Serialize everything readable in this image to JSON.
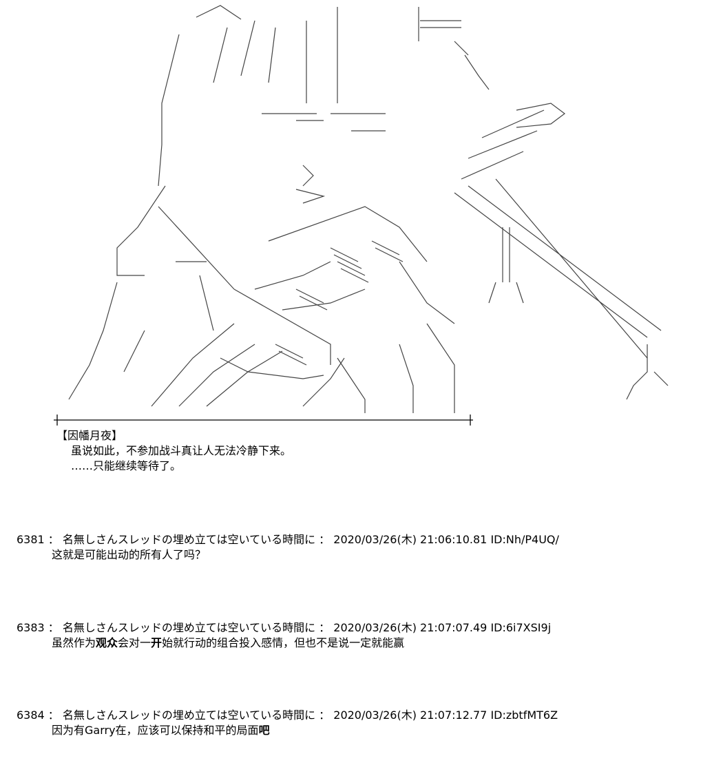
{
  "caption": {
    "speaker": "【因幡月夜】",
    "lines": [
      "虽说如此，不参加战斗真让人无法冷静下来。",
      "……只能继续等待了。"
    ]
  },
  "posts": [
    {
      "header": "6381 ： 名無しさんスレッドの埋め立ては空いている時間に ： 2020/03/26(木) 21:06:10.81 ID:Nh/P4UQ/",
      "body": "这就是可能出动的所有人了吗？"
    },
    {
      "header": "6383 ： 名無しさんスレッドの埋め立ては空いている時間に ： 2020/03/26(木) 21:07:07.49 ID:6i7XSI9j",
      "body_parts": [
        "虽然作为",
        "观众",
        "会对一",
        "开",
        "始就行动的组合投入感情，但也不是说一定就能赢"
      ]
    },
    {
      "header": "6384 ： 名無しさんスレッドの埋め立ては空いている時間に ： 2020/03/26(木) 21:07:12.77 ID:zbtfMT6Z",
      "body_parts": [
        "因为有Garry在，应该可以保持和平的局面",
        "吧"
      ]
    }
  ]
}
